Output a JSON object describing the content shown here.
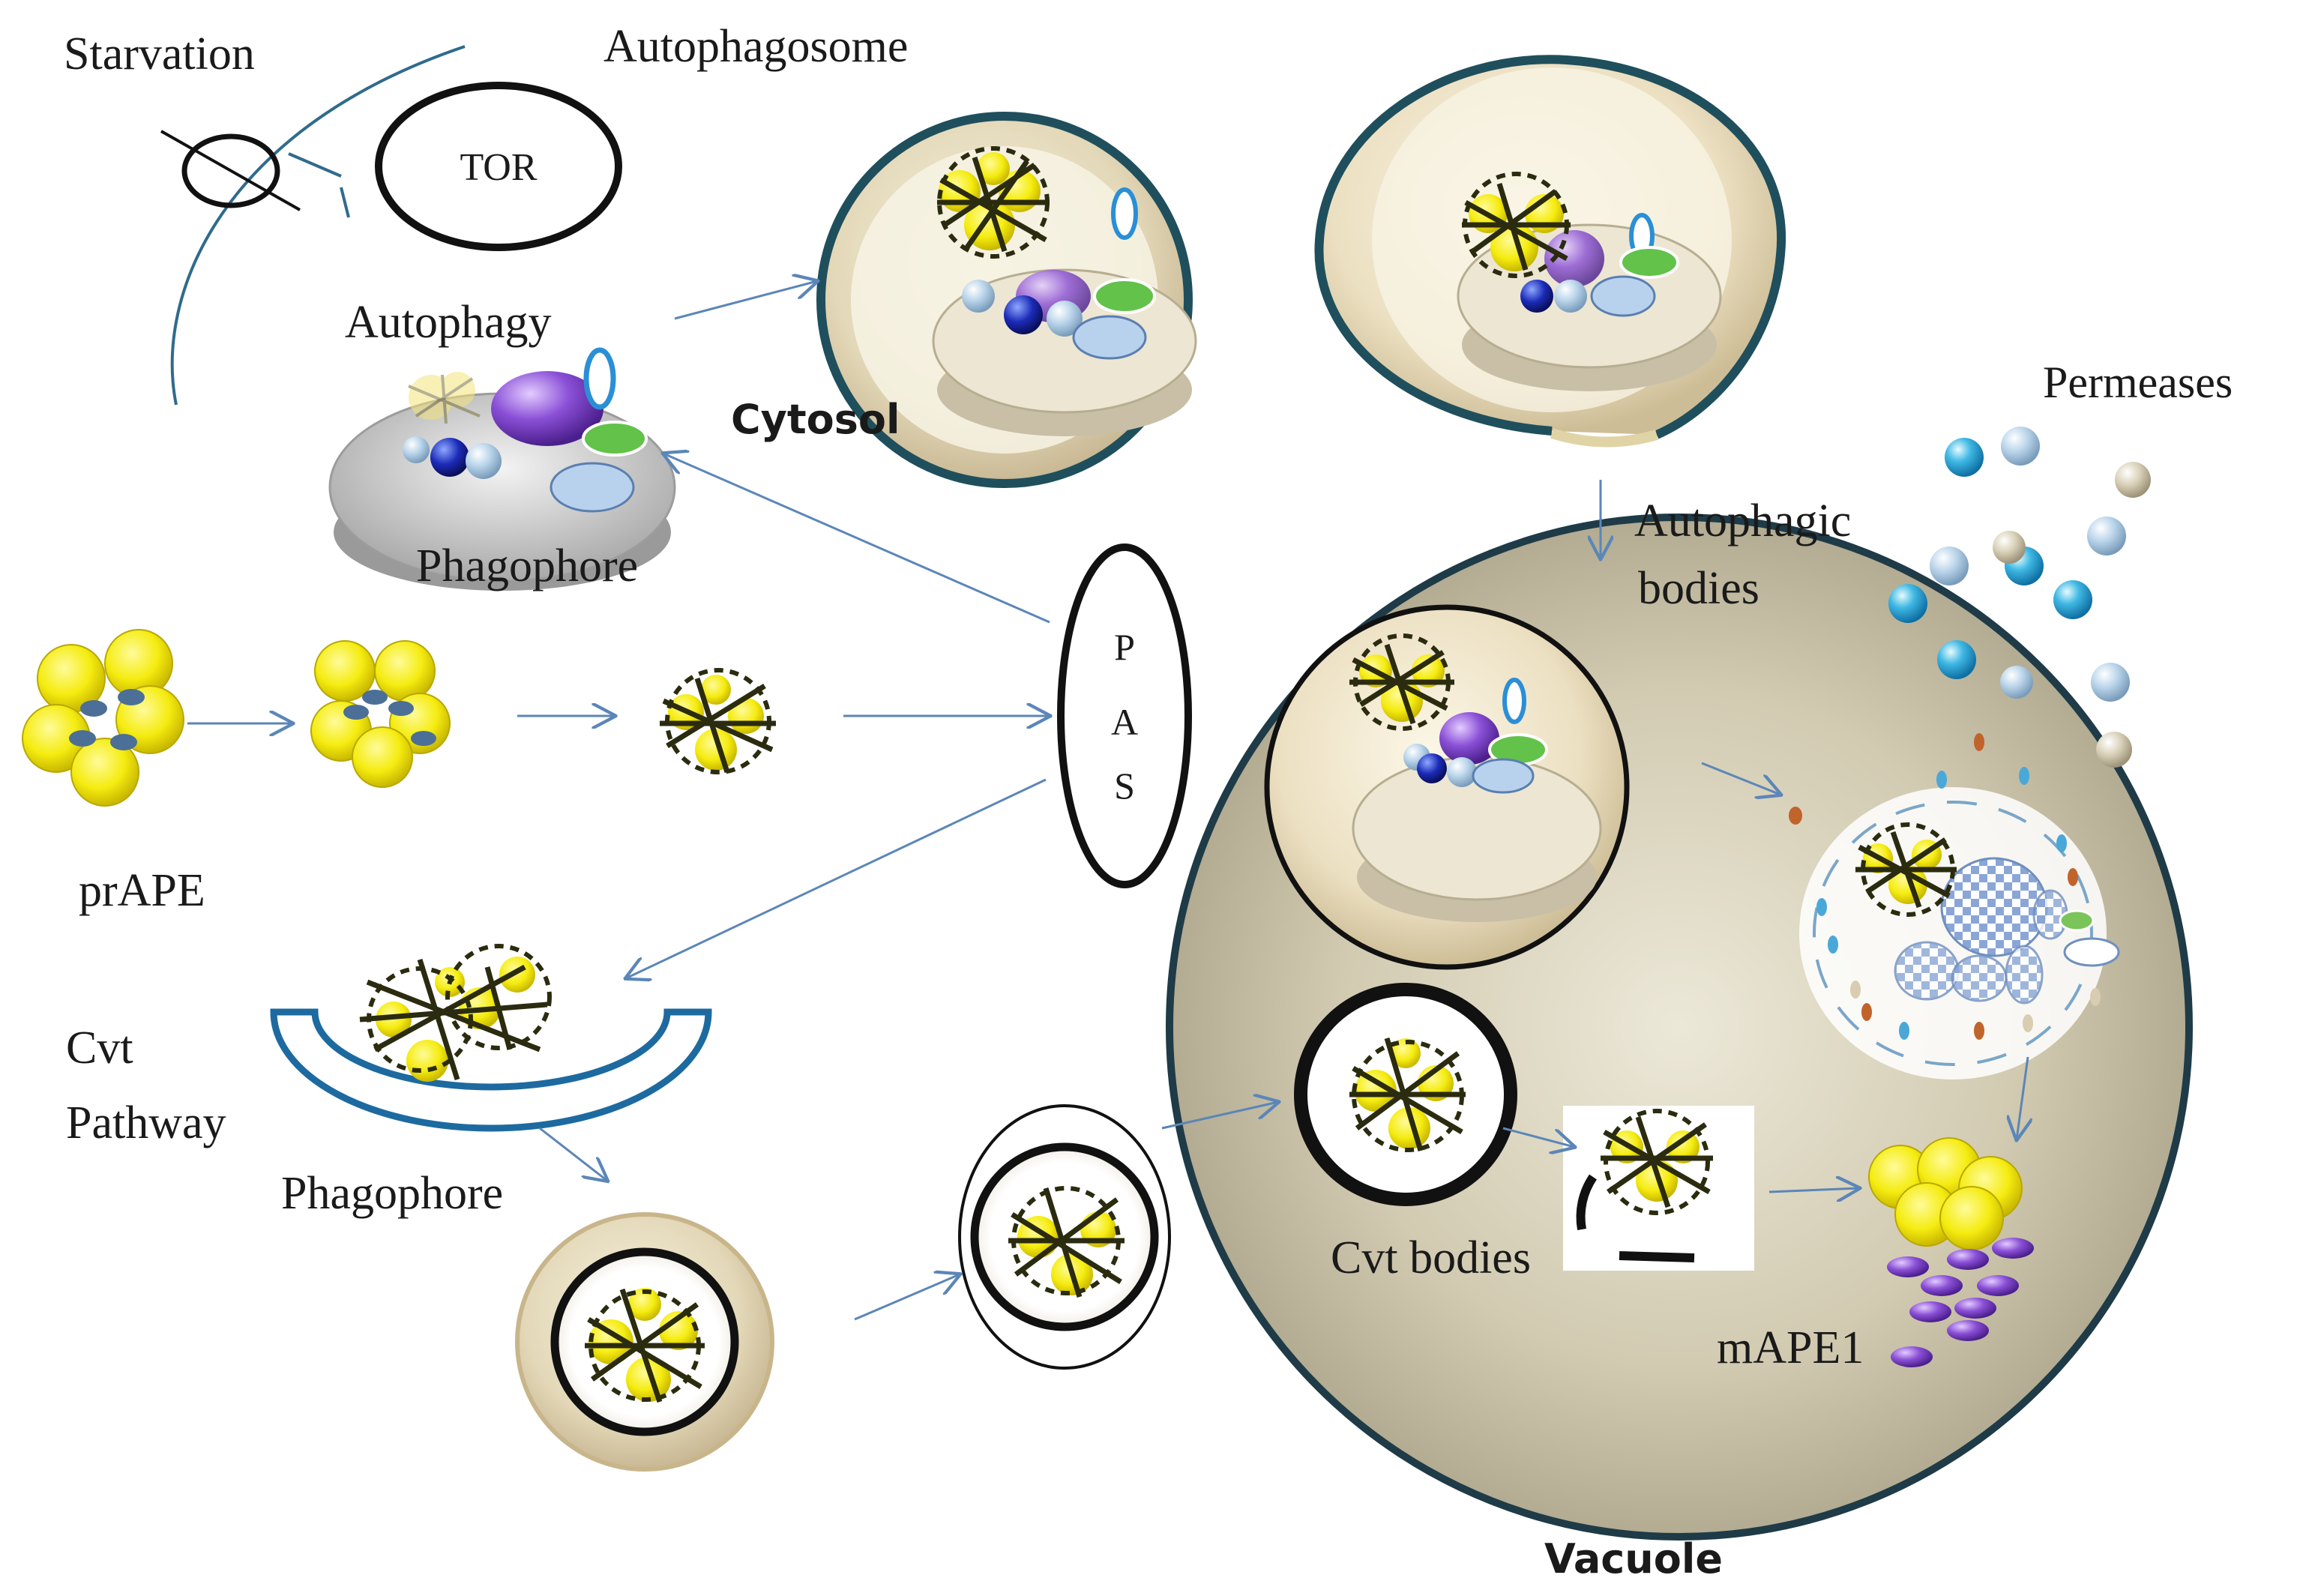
{
  "labels": {
    "starvation": "Starvation",
    "autophagosome": "Autophagosome",
    "tor": "TOR",
    "autophagy": "Autophagy",
    "cytosol": "Cytosol",
    "phagophore_top": "Phagophore",
    "permeases": "Permeases",
    "autophagic_line1": "Autophagic",
    "autophagic_line2": "bodies",
    "pas_p": "P",
    "pas_a": "A",
    "pas_s": "S",
    "prape": "prAPE",
    "cvt_line1": "Cvt",
    "cvt_line2": "Pathway",
    "phagophore_bottom": "Phagophore",
    "cvt_bodies": "Cvt bodies",
    "mape1": "mAPE1",
    "vacuole": "Vacuole"
  },
  "colors": {
    "arrow": "#5b86b8",
    "aggregate_yellow": "#f2ea14",
    "aggregate_mesh": "#2b2b10",
    "vacuole_fill": "#c9c2a8",
    "membrane_teal": "#2f5a6b",
    "cvt_blue": "#1d6aa0",
    "mape_purple": "#7b4fb0"
  }
}
